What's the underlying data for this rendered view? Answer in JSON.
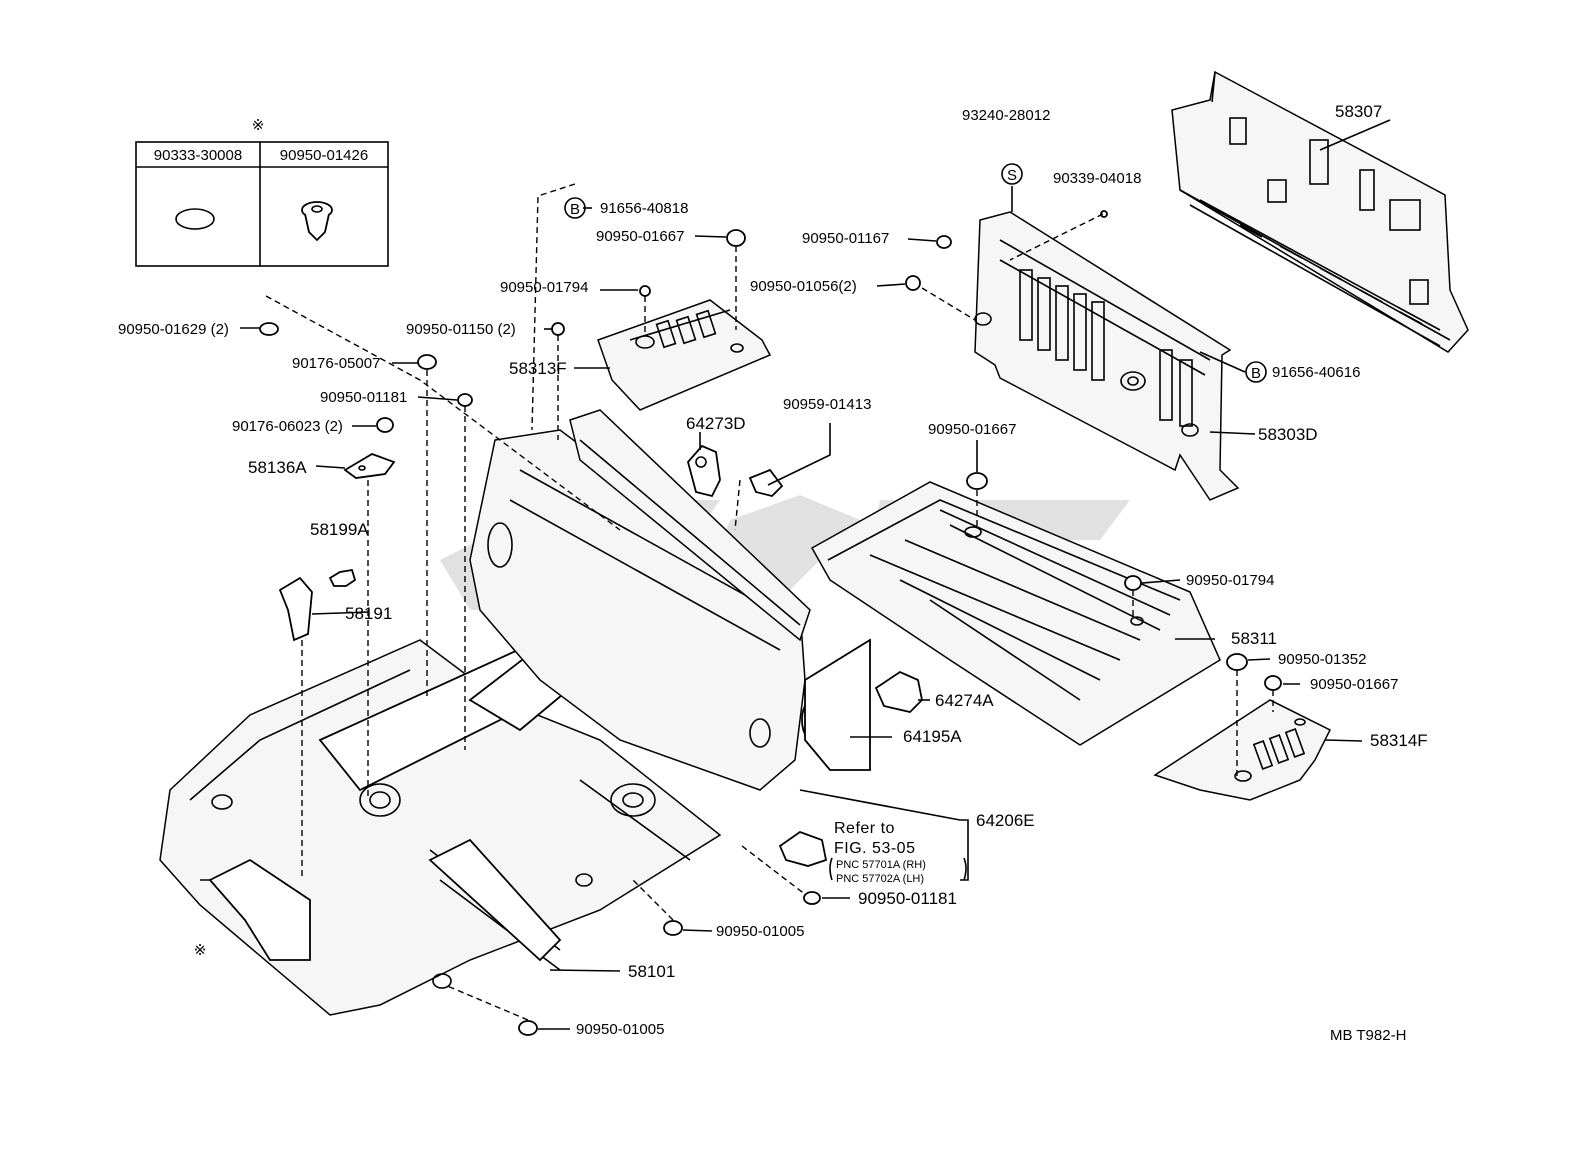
{
  "inset": {
    "note_mark": "※",
    "col1_part": "90333-30008",
    "col2_part": "90950-01426"
  },
  "labels": {
    "p58307": "58307",
    "p93240_28012": "93240-28012",
    "p90339_04018": "90339-04018",
    "p90950_01167a": "90950-01167",
    "p90950_01056": "90950-01056(2)",
    "p91656_40616": "91656-40616",
    "p58303D": "58303D",
    "p91656_40818": "91656-40818",
    "p90950_01667a": "90950-01667",
    "p90950_01794a": "90950-01794",
    "p90950_01150": "90950-01150 (2)",
    "p58313F": "58313F",
    "p90950_01629": "90950-01629 (2)",
    "p90176_05007": "90176-05007",
    "p90950_01181a": "90950-01181",
    "p90176_06023": "90176-06023 (2)",
    "p58136A": "58136A",
    "p58199A": "58199A",
    "p58191": "58191",
    "p64273D": "64273D",
    "p90959_01413": "90959-01413",
    "p90950_01667b": "90950-01667",
    "p90950_01794b": "90950-01794",
    "p58311": "58311",
    "p90950_01352": "90950-01352",
    "p90950_01667c": "90950-01667",
    "p58314F": "58314F",
    "p64274A": "64274A",
    "p64195A": "64195A",
    "p64206E": "64206E",
    "p90950_01181b": "90950-01181",
    "p90950_01005a": "90950-01005",
    "p58101": "58101",
    "p90950_01005b": "90950-01005",
    "note_mark_bottom": "※"
  },
  "circled": {
    "s": "S",
    "b1": "B",
    "b2": "B"
  },
  "refer": {
    "line1": "Refer to",
    "line2": "FIG. 53-05",
    "line3": "PNC 57701A (RH)",
    "line4": "PNC 57702A (LH)"
  },
  "footer": {
    "code": "MB  T982-H"
  }
}
